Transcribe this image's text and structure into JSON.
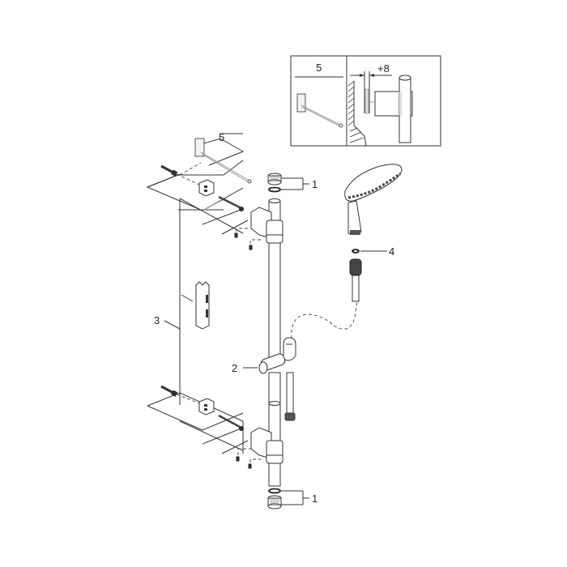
{
  "diagram": {
    "type": "exploded-parts-diagram",
    "subject": "shower rail set",
    "callouts": [
      {
        "id": "c1_top",
        "label": "1"
      },
      {
        "id": "c1_bottom",
        "label": "1"
      },
      {
        "id": "c2",
        "label": "2"
      },
      {
        "id": "c3",
        "label": "3"
      },
      {
        "id": "c4",
        "label": "4"
      },
      {
        "id": "c5",
        "label": "5"
      }
    ],
    "inset": {
      "header_label": "5",
      "dimension_label": "+8"
    }
  }
}
